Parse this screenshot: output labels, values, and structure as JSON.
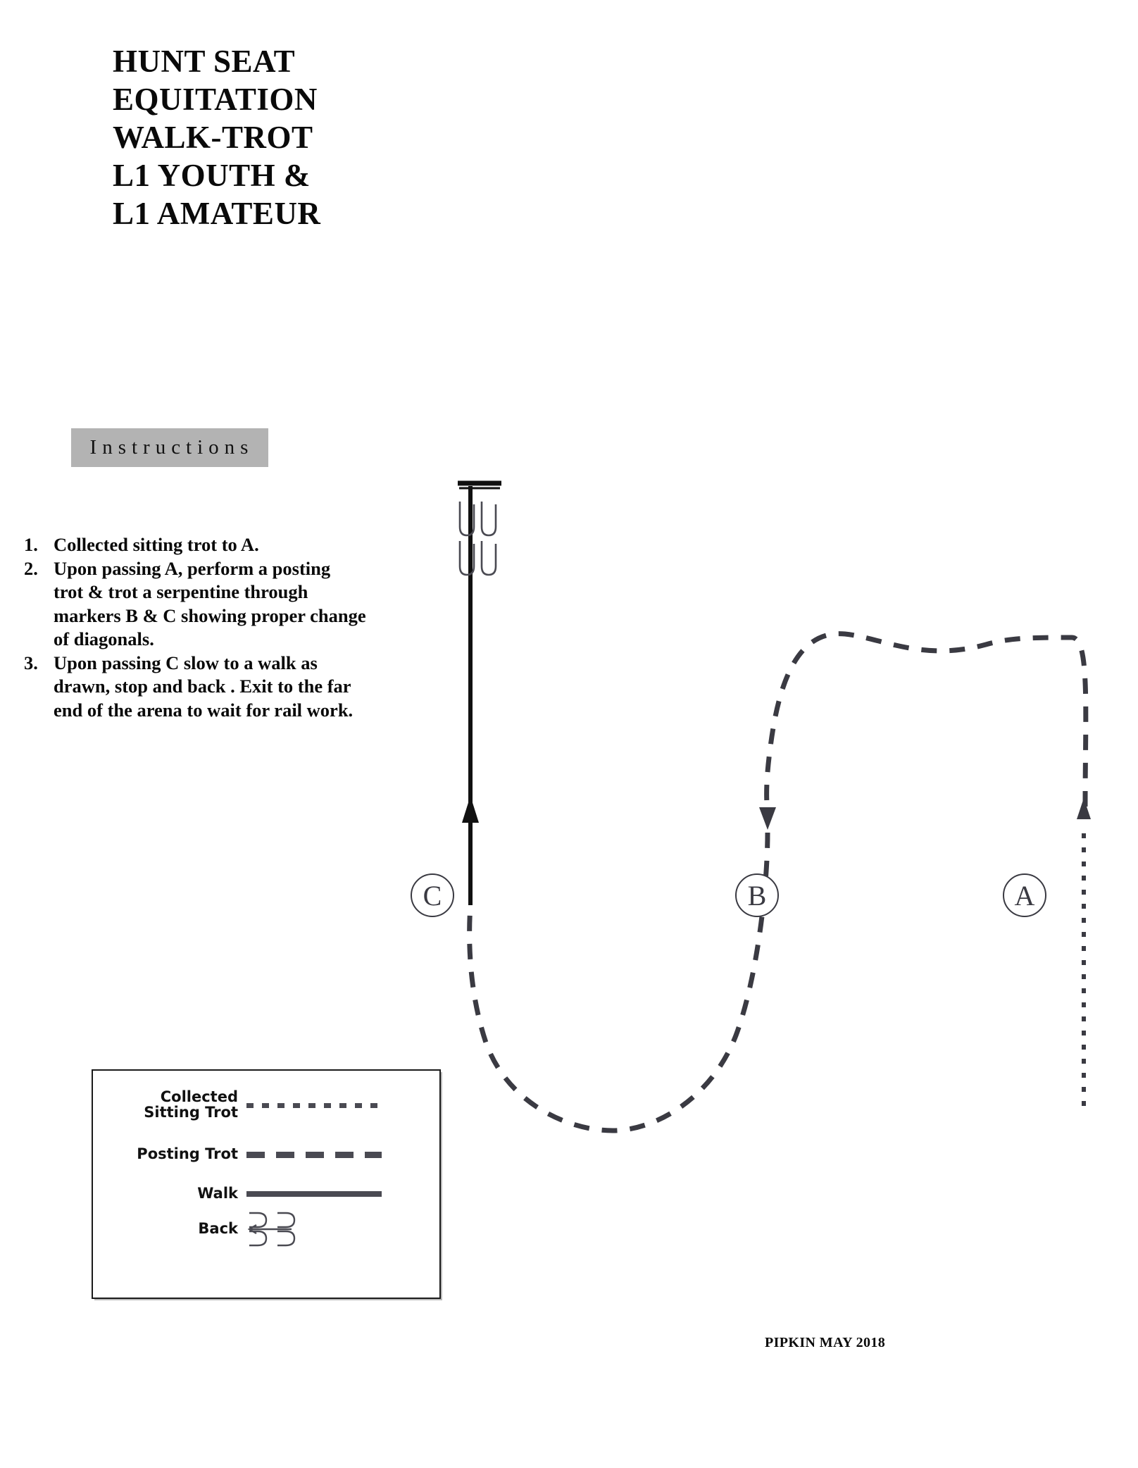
{
  "document": {
    "title_lines": [
      "HUNT SEAT",
      "EQUITATION",
      "WALK-TROT",
      "L1 YOUTH &",
      "L1 AMATEUR"
    ],
    "credit": "PIPKIN MAY 2018"
  },
  "instructions": {
    "header": "Instructions",
    "items": [
      {
        "number": "1.",
        "text": "Collected sitting trot to A."
      },
      {
        "number": "2.",
        "text": "Upon passing A, perform a posting\ntrot & trot a serpentine through\nmarkers B & C showing proper change\nof diagonals."
      },
      {
        "number": "3.",
        "text": "Upon passing C slow to a walk as\ndrawn, stop and back .  Exit to the far\nend of the arena to wait for rail work."
      }
    ]
  },
  "legend": {
    "rows": [
      {
        "label": "Collected\nSitting Trot",
        "style": "dotted"
      },
      {
        "label": "Posting Trot",
        "style": "dashed"
      },
      {
        "label": "Walk",
        "style": "solid"
      },
      {
        "label": "Back",
        "style": "back-symbol"
      }
    ]
  },
  "diagram": {
    "markers": [
      {
        "id": "C",
        "label": "C"
      },
      {
        "id": "B",
        "label": "B"
      },
      {
        "id": "A",
        "label": "A"
      }
    ],
    "colors": {
      "pattern_line": "#3a3a42",
      "walk_line": "#111111",
      "marker_stroke": "#3a3a42",
      "instructions_band": "#b3b3b3"
    },
    "path_segments": [
      {
        "name": "collected-sitting-trot-entry",
        "style": "dotted",
        "description": "dotted vertical line from bottom right rising up to marker A"
      },
      {
        "name": "posting-trot-serpentine",
        "style": "dashed",
        "description": "dashed serpentine from A over the top loop down through B and up through C"
      },
      {
        "name": "walk-to-stop",
        "style": "solid",
        "description": "solid vertical line from C up to the stop bar"
      },
      {
        "name": "stop-and-back",
        "style": "back-symbol",
        "description": "stop bar with two pairs of back arches at top of pattern"
      }
    ]
  }
}
